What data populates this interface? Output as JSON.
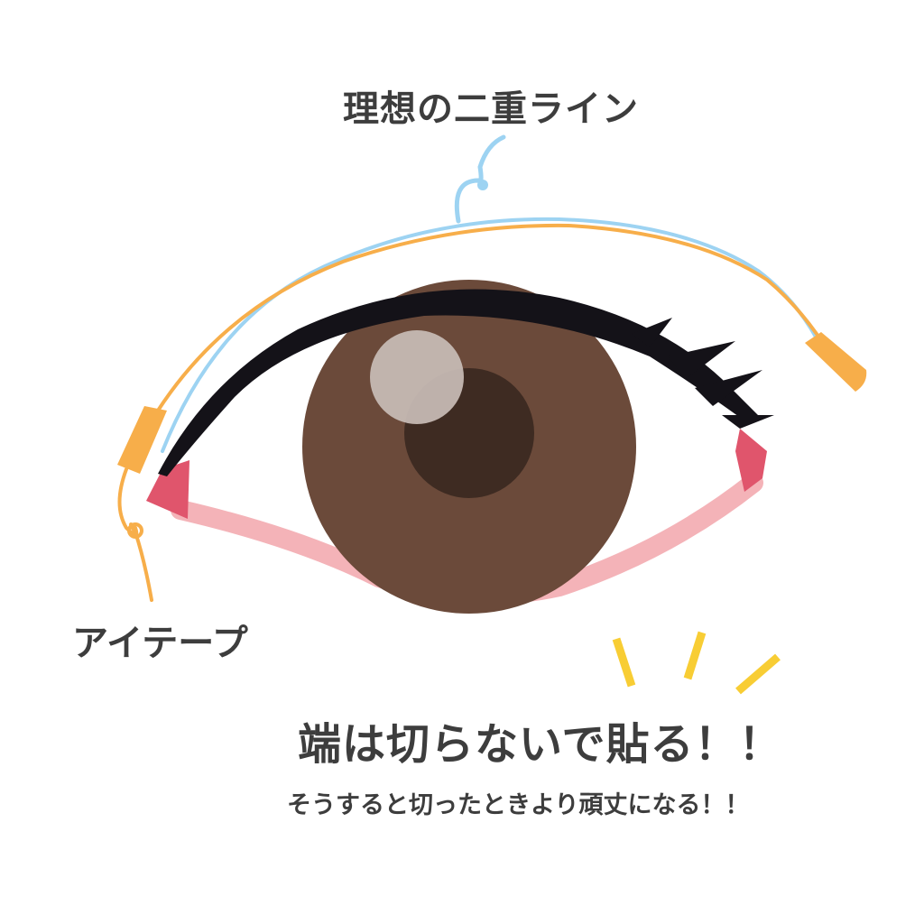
{
  "labels": {
    "ideal_line": "理想の二重ライン",
    "eye_tape": "アイテープ",
    "main_message": "端は切らないで貼る！！",
    "sub_message": "そうすると切ったときより頑丈になる！！"
  },
  "colors": {
    "text": "#3d3d3d",
    "tape_orange": "#f7ae4a",
    "ideal_line_blue": "#9dd3f2",
    "iris_brown": "#6b4a3a",
    "pupil_dark": "#3e2b22",
    "highlight": "#c9bdb7",
    "eyeliner_black": "#141218",
    "inner_corner_red": "#e0556c",
    "lower_lid_pink": "#f4b3b8",
    "sparkle_yellow": "#f8cd34"
  }
}
